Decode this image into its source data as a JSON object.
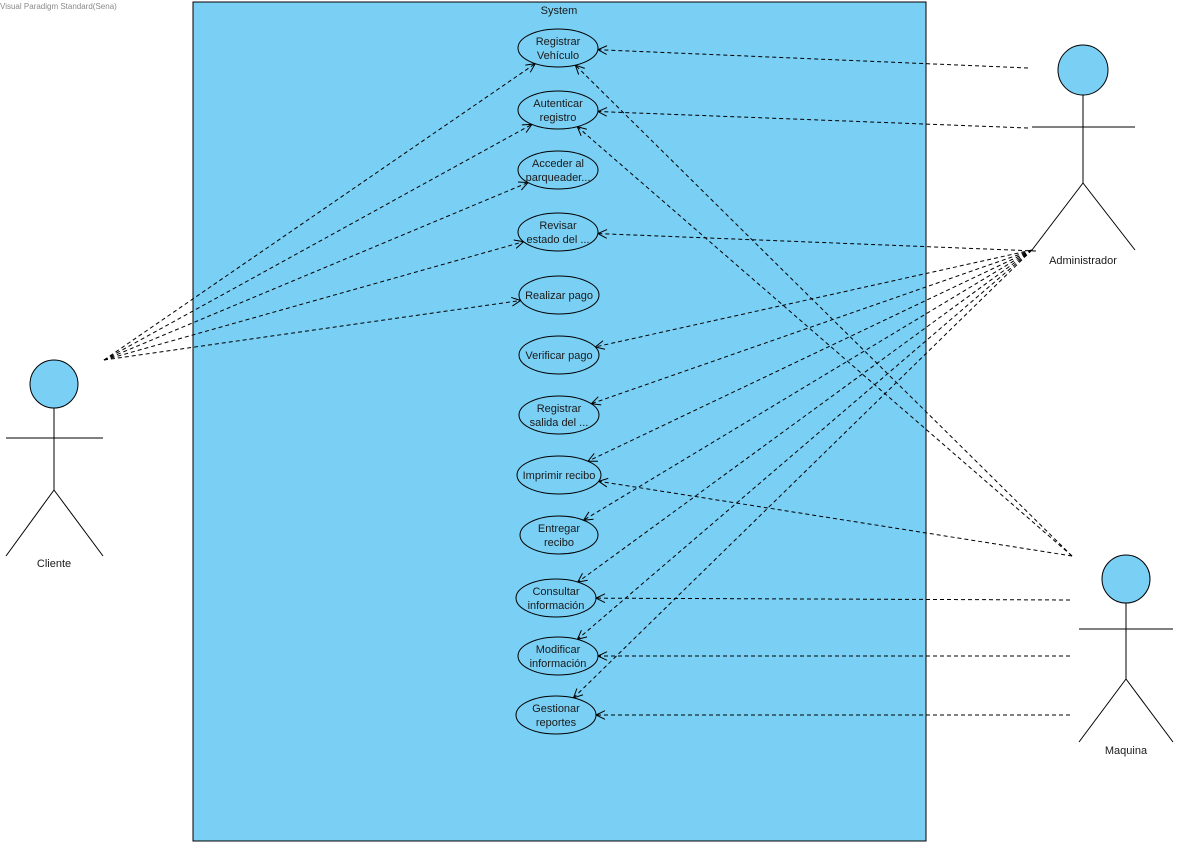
{
  "watermark": "Visual Paradigm Standard(Sena)",
  "system": {
    "label": "System",
    "fill": "#7acff4"
  },
  "actors": [
    {
      "id": "cliente",
      "name": "Cliente"
    },
    {
      "id": "administrador",
      "name": "Administrador"
    },
    {
      "id": "maquina",
      "name": "Maquina"
    }
  ],
  "use_cases": [
    {
      "id": "registrar-vehiculo",
      "lines": [
        "Registrar",
        "Vehículo"
      ]
    },
    {
      "id": "autenticar-registro",
      "lines": [
        "Autenticar",
        "registro"
      ]
    },
    {
      "id": "acceder-parqueadero",
      "lines": [
        "Acceder al",
        "parqueader..."
      ]
    },
    {
      "id": "revisar-estado",
      "lines": [
        "Revisar",
        "estado del ..."
      ]
    },
    {
      "id": "realizar-pago",
      "lines": [
        "Realizar pago"
      ]
    },
    {
      "id": "verificar-pago",
      "lines": [
        "Verificar pago"
      ]
    },
    {
      "id": "registrar-salida",
      "lines": [
        "Registrar",
        "salida del ..."
      ]
    },
    {
      "id": "imprimir-recibo",
      "lines": [
        "Imprimir recibo"
      ]
    },
    {
      "id": "entregar-recibo",
      "lines": [
        "Entregar",
        "recibo"
      ]
    },
    {
      "id": "consultar-informacion",
      "lines": [
        "Consultar",
        "información"
      ]
    },
    {
      "id": "modificar-informacion",
      "lines": [
        "Modificar",
        "información"
      ]
    },
    {
      "id": "gestionar-reportes",
      "lines": [
        "Gestionar",
        "reportes"
      ]
    }
  ],
  "associations": [
    {
      "from": "cliente",
      "to": "registrar-vehiculo"
    },
    {
      "from": "cliente",
      "to": "autenticar-registro"
    },
    {
      "from": "cliente",
      "to": "acceder-parqueadero"
    },
    {
      "from": "cliente",
      "to": "revisar-estado"
    },
    {
      "from": "cliente",
      "to": "realizar-pago"
    },
    {
      "from": "administrador",
      "to": "registrar-vehiculo"
    },
    {
      "from": "administrador",
      "to": "autenticar-registro"
    },
    {
      "from": "administrador",
      "to": "revisar-estado"
    },
    {
      "from": "administrador",
      "to": "verificar-pago"
    },
    {
      "from": "administrador",
      "to": "registrar-salida"
    },
    {
      "from": "administrador",
      "to": "imprimir-recibo"
    },
    {
      "from": "administrador",
      "to": "entregar-recibo"
    },
    {
      "from": "administrador",
      "to": "consultar-informacion"
    },
    {
      "from": "administrador",
      "to": "modificar-informacion"
    },
    {
      "from": "administrador",
      "to": "gestionar-reportes"
    },
    {
      "from": "maquina",
      "to": "registrar-vehiculo"
    },
    {
      "from": "maquina",
      "to": "autenticar-registro"
    },
    {
      "from": "maquina",
      "to": "imprimir-recibo"
    },
    {
      "from": "maquina",
      "to": "consultar-informacion"
    },
    {
      "from": "maquina",
      "to": "modificar-informacion"
    },
    {
      "from": "maquina",
      "to": "gestionar-reportes"
    }
  ],
  "colors": {
    "system_fill": "#7acff4",
    "actor_head": "#7acff4",
    "use_case_fill": "#7acff4",
    "line": "#000000"
  }
}
